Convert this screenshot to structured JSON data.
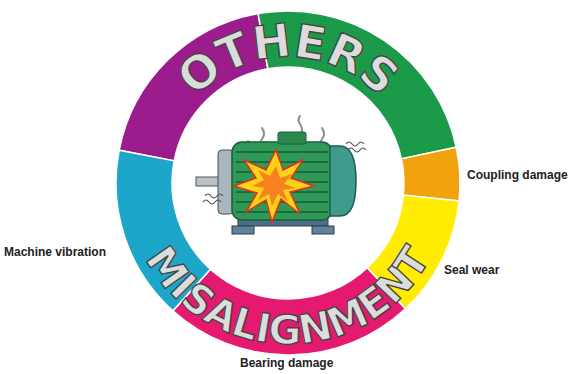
{
  "diagram": {
    "nodes": [
      {
        "text": [
          "OTHERS"
        ]
      },
      {
        "text": [
          "MISALIGNMENT"
        ]
      }
    ],
    "labels": [
      "Coupling damage",
      "Machine vibration",
      "Seal wear",
      "Bearing damage"
    ]
  }
}
